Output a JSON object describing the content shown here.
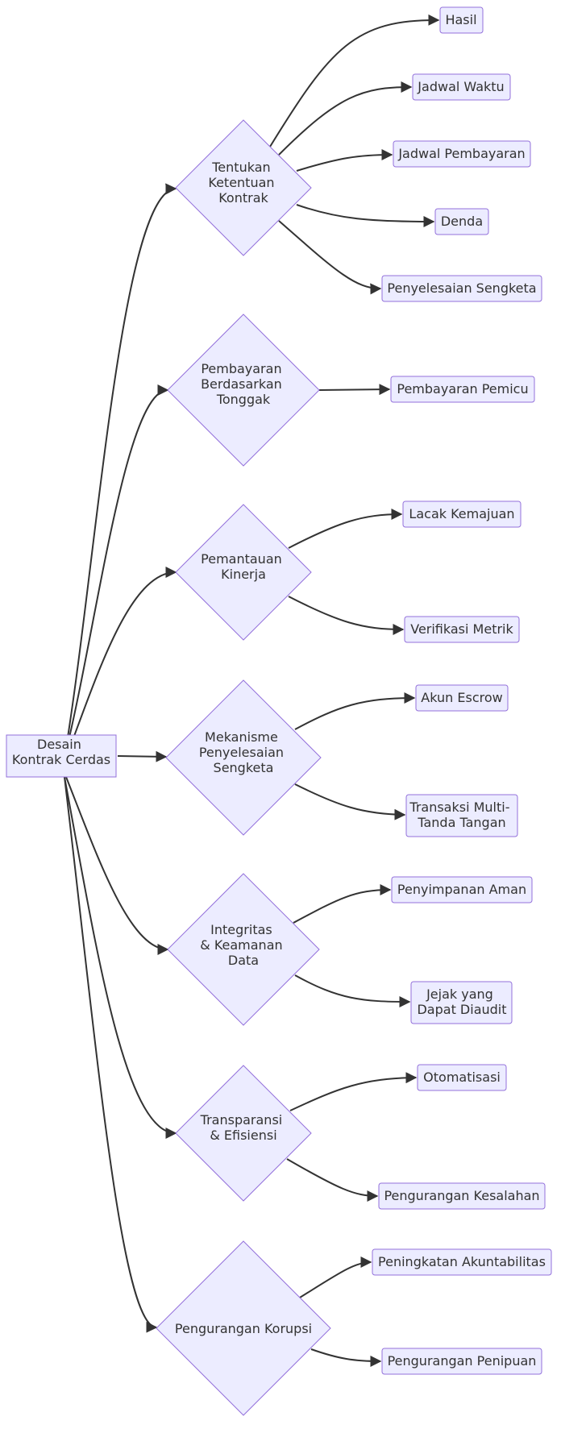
{
  "root": {
    "id": "root",
    "lines": [
      "Desain",
      "Kontrak Cerdas"
    ]
  },
  "decisions": [
    {
      "id": "d1",
      "lines": [
        "Tentukan",
        "Ketentuan",
        "Kontrak"
      ]
    },
    {
      "id": "d2",
      "lines": [
        "Pembayaran",
        "Berdasarkan",
        "Tonggak"
      ]
    },
    {
      "id": "d3",
      "lines": [
        "Pemantauan",
        "Kinerja"
      ]
    },
    {
      "id": "d4",
      "lines": [
        "Mekanisme",
        "Penyelesaian",
        "Sengketa"
      ]
    },
    {
      "id": "d5",
      "lines": [
        "Integritas",
        "& Keamanan",
        "Data"
      ]
    },
    {
      "id": "d6",
      "lines": [
        "Transparansi",
        "& Efisiensi"
      ]
    },
    {
      "id": "d7",
      "lines": [
        "Pengurangan Korupsi"
      ]
    }
  ],
  "leaves": [
    {
      "id": "l1",
      "parent": "d1",
      "lines": [
        "Hasil"
      ]
    },
    {
      "id": "l2",
      "parent": "d1",
      "lines": [
        "Jadwal Waktu"
      ]
    },
    {
      "id": "l3",
      "parent": "d1",
      "lines": [
        "Jadwal Pembayaran"
      ]
    },
    {
      "id": "l4",
      "parent": "d1",
      "lines": [
        "Denda"
      ]
    },
    {
      "id": "l5",
      "parent": "d1",
      "lines": [
        "Penyelesaian Sengketa"
      ]
    },
    {
      "id": "l6",
      "parent": "d2",
      "lines": [
        "Pembayaran Pemicu"
      ]
    },
    {
      "id": "l7",
      "parent": "d3",
      "lines": [
        "Lacak Kemajuan"
      ]
    },
    {
      "id": "l8",
      "parent": "d3",
      "lines": [
        "Verifikasi Metrik"
      ]
    },
    {
      "id": "l9",
      "parent": "d4",
      "lines": [
        "Akun Escrow"
      ]
    },
    {
      "id": "l10",
      "parent": "d4",
      "lines": [
        "Transaksi Multi-",
        "Tanda Tangan"
      ]
    },
    {
      "id": "l11",
      "parent": "d5",
      "lines": [
        "Penyimpanan Aman"
      ]
    },
    {
      "id": "l12",
      "parent": "d5",
      "lines": [
        "Jejak yang",
        "Dapat Diaudit"
      ]
    },
    {
      "id": "l13",
      "parent": "d6",
      "lines": [
        "Otomatisasi"
      ]
    },
    {
      "id": "l14",
      "parent": "d6",
      "lines": [
        "Pengurangan Kesalahan"
      ]
    },
    {
      "id": "l15",
      "parent": "d7",
      "lines": [
        "Peningkatan Akuntabilitas"
      ]
    },
    {
      "id": "l16",
      "parent": "d7",
      "lines": [
        "Pengurangan Penipuan"
      ]
    }
  ],
  "colors": {
    "node_fill": "#ECECFF",
    "node_stroke": "#9370DB",
    "edge": "#333333",
    "text": "#333333"
  }
}
